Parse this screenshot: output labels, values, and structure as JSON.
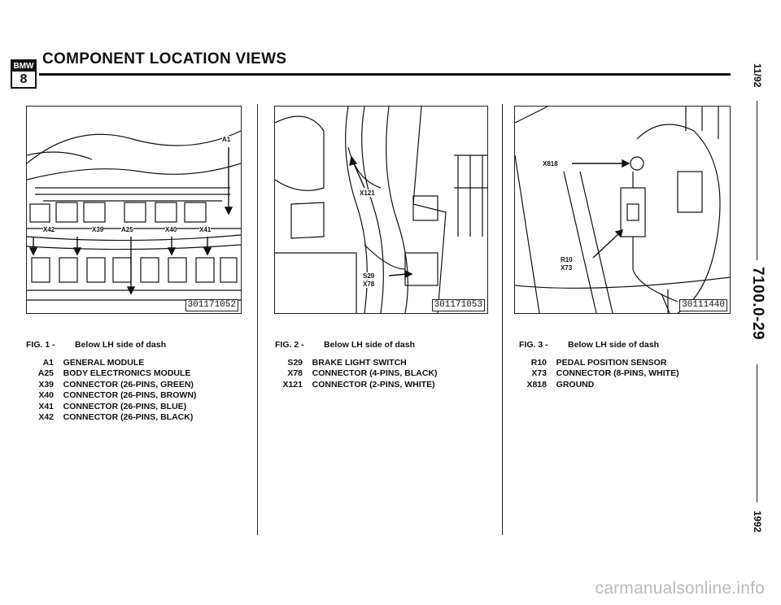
{
  "header": {
    "logo_top": "BMW",
    "logo_num": "8",
    "title": "COMPONENT LOCATION VIEWS"
  },
  "side": {
    "date": "11/92",
    "section": "7100.0-29",
    "year": "1992"
  },
  "figures": [
    {
      "photo_number": "301171052",
      "callouts": [
        "A1",
        "X42",
        "X39",
        "A25",
        "X40",
        "X41"
      ],
      "fig_label": "FIG. 1 -",
      "location": "Below LH side of dash",
      "items": [
        {
          "code": "A1",
          "desc": "GENERAL MODULE"
        },
        {
          "code": "A25",
          "desc": "BODY ELECTRONICS MODULE"
        },
        {
          "code": "X39",
          "desc": "CONNECTOR (26-PINS, GREEN)"
        },
        {
          "code": "X40",
          "desc": "CONNECTOR (26-PINS, BROWN)"
        },
        {
          "code": "X41",
          "desc": "CONNECTOR (26-PINS, BLUE)"
        },
        {
          "code": "X42",
          "desc": "CONNECTOR (26-PINS, BLACK)"
        }
      ]
    },
    {
      "photo_number": "301171053",
      "callouts": [
        "X121",
        "S29",
        "X78"
      ],
      "fig_label": "FIG. 2 -",
      "location": "Below LH side of dash",
      "items": [
        {
          "code": "S29",
          "desc": "BRAKE LIGHT SWITCH"
        },
        {
          "code": "X78",
          "desc": "CONNECTOR (4-PINS, BLACK)"
        },
        {
          "code": "X121",
          "desc": "CONNECTOR (2-PINS, WHITE)"
        }
      ]
    },
    {
      "photo_number": "30111440",
      "callouts": [
        "X818",
        "R10",
        "X73"
      ],
      "fig_label": "FIG. 3 -",
      "location": "Below LH side of dash",
      "items": [
        {
          "code": "R10",
          "desc": "PEDAL POSITION SENSOR"
        },
        {
          "code": "X73",
          "desc": "CONNECTOR (8-PINS, WHITE)"
        },
        {
          "code": "X818",
          "desc": "GROUND"
        }
      ]
    }
  ],
  "watermark": "carmanualsonline.info"
}
